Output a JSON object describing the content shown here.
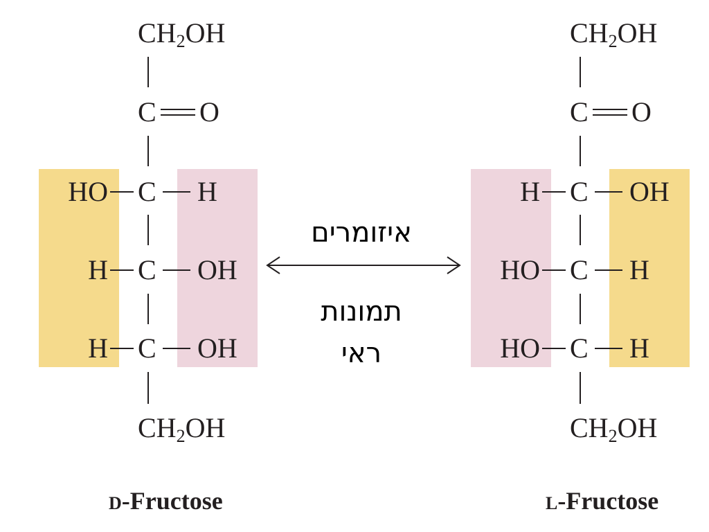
{
  "colors": {
    "highlight_yellow": "#f5da8c",
    "highlight_pink": "#eed5dd",
    "ink": "#231f20"
  },
  "annotation": {
    "top_label": "איזומרים",
    "bottom_line1": "תמונות",
    "bottom_line2": "ראי"
  },
  "d_fructose": {
    "label_prefix": "D",
    "label_suffix": "-Fructose",
    "top_group": {
      "pre": "CH",
      "sub": "2",
      "post": "OH"
    },
    "carbonyl": {
      "c": "C",
      "o": "O"
    },
    "row1": {
      "left": "HO",
      "c": "C",
      "right": "H"
    },
    "row2": {
      "left": "H",
      "c": "C",
      "right": "OH"
    },
    "row3": {
      "left": "H",
      "c": "C",
      "right": "OH"
    },
    "bottom_group": {
      "pre": "CH",
      "sub": "2",
      "post": "OH"
    }
  },
  "l_fructose": {
    "label_prefix": "L",
    "label_suffix": "-Fructose",
    "top_group": {
      "pre": "CH",
      "sub": "2",
      "post": "OH"
    },
    "carbonyl": {
      "c": "C",
      "o": "O"
    },
    "row1": {
      "left": "H",
      "c": "C",
      "right": "OH"
    },
    "row2": {
      "left": "HO",
      "c": "C",
      "right": "H"
    },
    "row3": {
      "left": "HO",
      "c": "C",
      "right": "H"
    },
    "bottom_group": {
      "pre": "CH",
      "sub": "2",
      "post": "OH"
    }
  }
}
